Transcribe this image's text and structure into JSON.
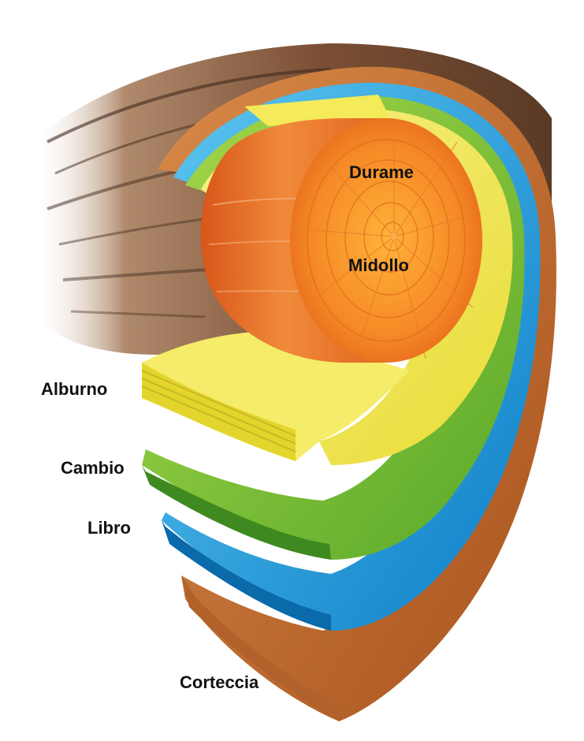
{
  "diagram": {
    "labels": {
      "durame": "Durame",
      "midollo": "Midollo",
      "alburno": "Alburno",
      "cambio": "Cambio",
      "libro": "Libro",
      "corteccia": "Corteccia"
    },
    "colors": {
      "bark_outer": "#8a5a3a",
      "bark_dark": "#4e3424",
      "corteccia": "#c46c2c",
      "libro": "#1f9fe0",
      "cambio": "#8cc43a",
      "alburno": "#f2ea4a",
      "durame": "#f07a24",
      "midollo": "#f7a130",
      "background": "#ffffff"
    }
  }
}
